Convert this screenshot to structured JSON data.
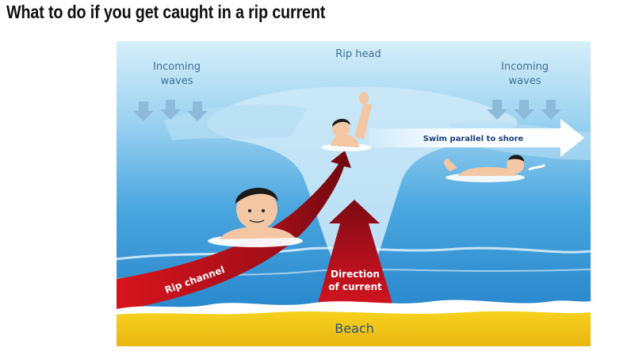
{
  "title": "What to do if you get caught in a rip current",
  "diagram": {
    "labels": {
      "incoming_waves_left_1": "Incoming",
      "incoming_waves_left_2": "waves",
      "incoming_waves_right_1": "Incoming",
      "incoming_waves_right_2": "waves",
      "rip_head": "Rip head",
      "swim_parallel": "Swim parallel to shore",
      "rip_channel": "Rip channel",
      "direction_1": "Direction",
      "direction_2": "of current",
      "beach": "Beach"
    },
    "colors": {
      "sky": "#bfe4f6",
      "deep_water": "#2e8fd1",
      "shallow_water": "#7cc4ec",
      "rip_plume": "#c5e6f6",
      "sand": "#f3c21a",
      "rip_arrow": "#a9101d",
      "swim_arrow": "#ffffff"
    }
  }
}
